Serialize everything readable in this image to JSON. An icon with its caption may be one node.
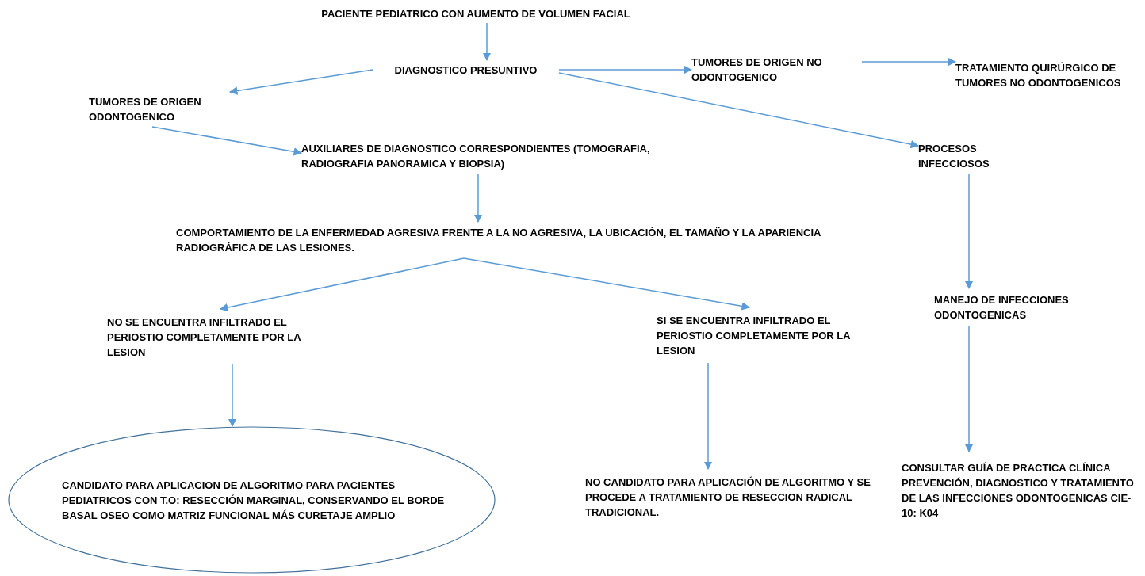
{
  "diagram": {
    "nodes": [
      {
        "text": [
          "PACIENTE PEDIATRICO CON AUMENTO DE VOLUMEN FACIAL"
        ]
      },
      {
        "text": [
          "DIAGNOSTICO PRESUNTIVO"
        ]
      },
      {
        "text": [
          "TUMORES DE ORIGEN NO ODONTOGENICO"
        ]
      },
      {
        "text": [
          "TRATAMIENTO QUIRÚRGICO DE TUMORES NO ODONTOGENICOS"
        ]
      },
      {
        "text": [
          "TUMORES DE ORIGEN ODONTOGENICO"
        ]
      },
      {
        "text": [
          "AUXILIARES DE DIAGNOSTICO CORRESPONDIENTES (TOMOGRAFIA, RADIOGRAFIA PANORAMICA Y BIOPSIA)"
        ]
      },
      {
        "text": [
          "PROCESOS INFECCIOSOS"
        ]
      },
      {
        "text": [
          "COMPORTAMIENTO DE LA ENFERMEDAD AGRESIVA FRENTE A LA NO AGRESIVA, LA UBICACIÓN, EL TAMAÑO Y LA APARIENCIA RADIOGRÁFICA DE LAS LESIONES."
        ]
      },
      {
        "text": [
          "NO SE ENCUENTRA INFILTRADO EL PERIOSTIO COMPLETAMENTE POR LA LESION"
        ]
      },
      {
        "text": [
          "SI SE ENCUENTRA INFILTRADO EL PERIOSTIO COMPLETAMENTE POR LA LESION"
        ]
      },
      {
        "text": [
          "MANEJO DE INFECCIONES ODONTOGENICAS"
        ]
      },
      {
        "text": [
          "CANDIDATO PARA APLICACION DE ALGORITMO PARA PACIENTES PEDIATRICOS CON T.O: RESECCIÓN MARGINAL, CONSERVANDO EL BORDE BASAL OSEO COMO MATRIZ FUNCIONAL MÁS CURETAJE AMPLIO"
        ]
      },
      {
        "text": [
          "NO CANDIDATO PARA APLICACIÓN DE ALGORITMO Y SE PROCEDE A TRATAMIENTO DE RESECCION RADICAL TRADICIONAL."
        ]
      },
      {
        "text": [
          "CONSULTAR GUÍA DE PRACTICA CLÍNICA PREVENCIÓN, DIAGNOSTICO Y TRATAMIENTO DE LAS INFECCIONES ODONTOGENICAS CIE-10: K04"
        ]
      }
    ],
    "edges": [
      {
        "from": 0,
        "to": 1,
        "arrow": "to"
      },
      {
        "from": 1,
        "to": 2,
        "arrow": "to"
      },
      {
        "from": 2,
        "to": 3,
        "arrow": "to"
      },
      {
        "from": 1,
        "to": 4,
        "arrow": "to"
      },
      {
        "from": 4,
        "to": 5,
        "arrow": "to"
      },
      {
        "from": 1,
        "to": 6,
        "arrow": "to"
      },
      {
        "from": 5,
        "to": 7,
        "arrow": "to"
      },
      {
        "from": 7,
        "to": 8,
        "arrow": "to"
      },
      {
        "from": 7,
        "to": 9,
        "arrow": "to"
      },
      {
        "from": 8,
        "to": 11,
        "arrow": "to"
      },
      {
        "from": 9,
        "to": 12,
        "arrow": "to"
      },
      {
        "from": 6,
        "to": 10,
        "arrow": "to"
      },
      {
        "from": 10,
        "to": 13,
        "arrow": "to"
      }
    ]
  }
}
